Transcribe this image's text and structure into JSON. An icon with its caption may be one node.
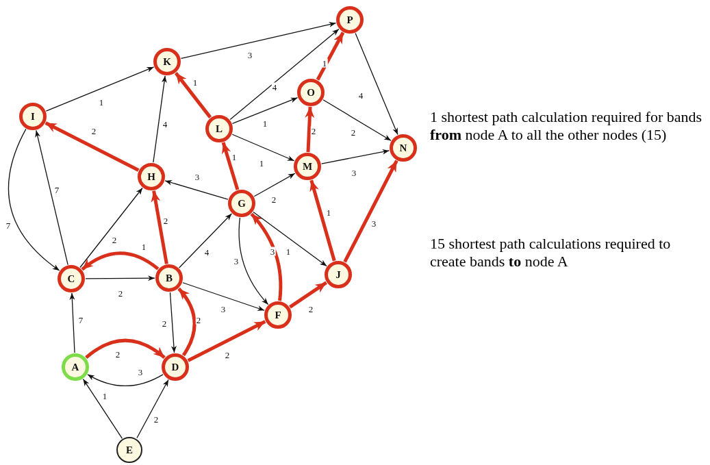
{
  "diagram": {
    "nodes": [
      {
        "text": [
          "P"
        ]
      },
      {
        "text": [
          "K"
        ]
      },
      {
        "text": [
          "O"
        ]
      },
      {
        "text": [
          "I"
        ]
      },
      {
        "text": [
          "L"
        ]
      },
      {
        "text": [
          "N"
        ]
      },
      {
        "text": [
          "M"
        ]
      },
      {
        "text": [
          "H"
        ]
      },
      {
        "text": [
          "G"
        ]
      },
      {
        "text": [
          "J"
        ]
      },
      {
        "text": [
          "C"
        ]
      },
      {
        "text": [
          "B"
        ]
      },
      {
        "text": [
          "F"
        ]
      },
      {
        "text": [
          "A"
        ]
      },
      {
        "text": [
          "D"
        ]
      },
      {
        "text": [
          "E"
        ]
      }
    ],
    "edges": [
      {
        "from": 13,
        "to": 14,
        "arrow": "to",
        "label": "2",
        "style": "thick",
        "color": "#d9301c"
      },
      {
        "from": 14,
        "to": 13,
        "arrow": "to",
        "label": "3"
      },
      {
        "from": 13,
        "to": 10,
        "arrow": "to",
        "label": "7"
      },
      {
        "from": 15,
        "to": 13,
        "arrow": "to",
        "label": "1"
      },
      {
        "from": 15,
        "to": 14,
        "arrow": "to",
        "label": "2"
      },
      {
        "from": 10,
        "to": 11,
        "arrow": "to",
        "label": "2"
      },
      {
        "from": 11,
        "to": 10,
        "arrow": "to",
        "label": "1",
        "style": "thick",
        "color": "#d9301c"
      },
      {
        "from": 11,
        "to": 14,
        "arrow": "to",
        "label": "2"
      },
      {
        "from": 14,
        "to": 11,
        "arrow": "to",
        "label": "2",
        "style": "thick",
        "color": "#d9301c"
      },
      {
        "from": 10,
        "to": 7,
        "arrow": "to",
        "label": "2"
      },
      {
        "from": 10,
        "to": 3,
        "arrow": "to",
        "label": "7"
      },
      {
        "from": 3,
        "to": 10,
        "arrow": "to",
        "label": "7"
      },
      {
        "from": 11,
        "to": 7,
        "arrow": "to",
        "label": "2",
        "style": "thick",
        "color": "#d9301c"
      },
      {
        "from": 11,
        "to": 8,
        "arrow": "to",
        "label": "4"
      },
      {
        "from": 11,
        "to": 12,
        "arrow": "to",
        "label": "3"
      },
      {
        "from": 14,
        "to": 12,
        "arrow": "to",
        "label": "2",
        "style": "thick",
        "color": "#d9301c"
      },
      {
        "from": 8,
        "to": 12,
        "arrow": "to",
        "label": "3"
      },
      {
        "from": 12,
        "to": 8,
        "arrow": "to",
        "label": "3",
        "style": "thick",
        "color": "#d9301c"
      },
      {
        "from": 12,
        "to": 9,
        "arrow": "to",
        "label": "2",
        "style": "thick",
        "color": "#d9301c"
      },
      {
        "from": 8,
        "to": 9,
        "arrow": "to",
        "label": "1"
      },
      {
        "from": 8,
        "to": 7,
        "arrow": "to",
        "label": "3"
      },
      {
        "from": 8,
        "to": 6,
        "arrow": "to",
        "label": "2"
      },
      {
        "from": 8,
        "to": 4,
        "arrow": "to",
        "label": "1",
        "style": "thick",
        "color": "#d9301c"
      },
      {
        "from": 9,
        "to": 6,
        "arrow": "to",
        "label": "1",
        "style": "thick",
        "color": "#d9301c"
      },
      {
        "from": 9,
        "to": 5,
        "arrow": "to",
        "label": "3",
        "style": "thick",
        "color": "#d9301c"
      },
      {
        "from": 7,
        "to": 3,
        "arrow": "to",
        "label": "2",
        "style": "thick",
        "color": "#d9301c"
      },
      {
        "from": 7,
        "to": 1,
        "arrow": "to",
        "label": "4"
      },
      {
        "from": 3,
        "to": 1,
        "arrow": "to",
        "label": "1"
      },
      {
        "from": 4,
        "to": 1,
        "arrow": "to",
        "label": "1",
        "style": "thick",
        "color": "#d9301c"
      },
      {
        "from": 1,
        "to": 0,
        "arrow": "to",
        "label": "3"
      },
      {
        "from": 4,
        "to": 0,
        "arrow": "to",
        "label": "4"
      },
      {
        "from": 4,
        "to": 2,
        "arrow": "to",
        "label": "1"
      },
      {
        "from": 4,
        "to": 6,
        "arrow": "to",
        "label": "1"
      },
      {
        "from": 6,
        "to": 2,
        "arrow": "to",
        "label": "2",
        "style": "thick",
        "color": "#d9301c"
      },
      {
        "from": 2,
        "to": 0,
        "arrow": "to",
        "label": "1",
        "style": "thick",
        "color": "#d9301c"
      },
      {
        "from": 2,
        "to": 5,
        "arrow": "to",
        "label": "2"
      },
      {
        "from": 6,
        "to": 5,
        "arrow": "to",
        "label": "3"
      },
      {
        "from": 0,
        "to": 5,
        "arrow": "to",
        "label": "4"
      }
    ],
    "labels": [
      "1 shortest path calculation required for bands **from** node A to all the other nodes (15)",
      "15 shortest path calculations required to create bands **to** node A"
    ]
  }
}
